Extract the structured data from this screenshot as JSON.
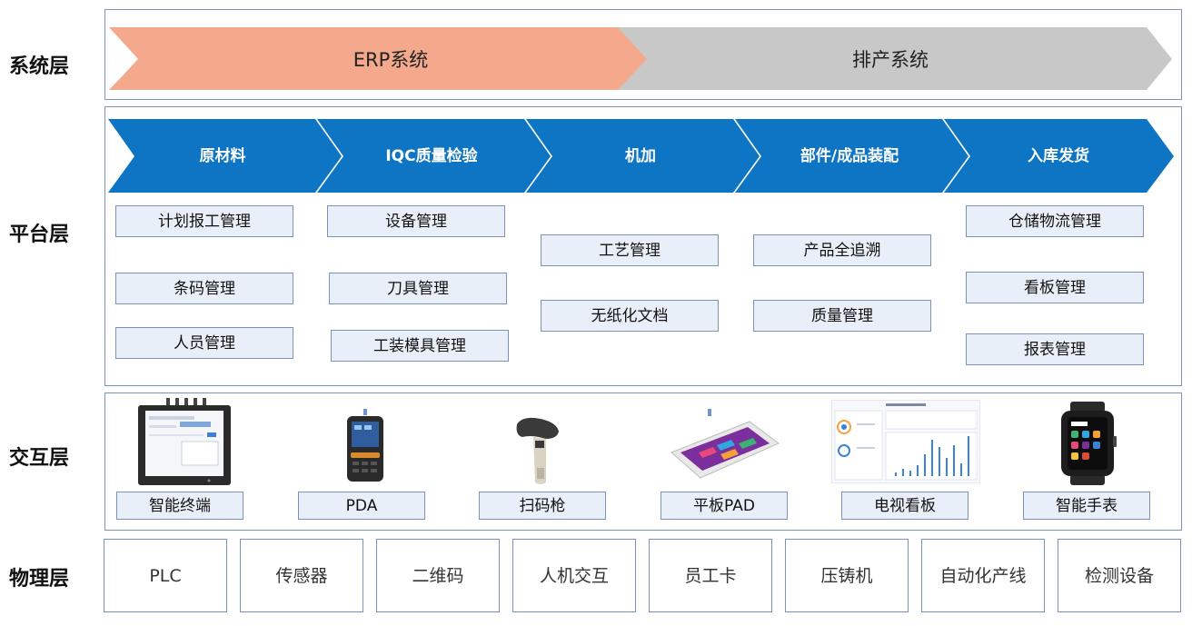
{
  "layers": {
    "system": "系统层",
    "platform": "平台层",
    "interaction": "交互层",
    "physical": "物理层"
  },
  "system_layer": {
    "erp": "ERP系统",
    "scheduling": "排产系统",
    "colors": {
      "erp": "#f4a98c",
      "scheduling": "#c8c8c8"
    }
  },
  "platform_layer": {
    "process_steps": [
      "原材料",
      "IQC质量检验",
      "机加",
      "部件/成品装配",
      "入库发货"
    ],
    "arrow_color": "#0e74c4",
    "columns": [
      [
        "计划报工管理",
        "条码管理",
        "人员管理"
      ],
      [
        "设备管理",
        "刀具管理",
        "工装模具管理"
      ],
      [
        "工艺管理",
        "无纸化文档"
      ],
      [
        "产品全追溯",
        "质量管理"
      ],
      [
        "仓储物流管理",
        "看板管理",
        "报表管理"
      ]
    ]
  },
  "interaction_layer": {
    "devices": [
      {
        "label": "智能终端",
        "icon": "industrial-terminal-icon"
      },
      {
        "label": "PDA",
        "icon": "pda-icon"
      },
      {
        "label": "扫码枪",
        "icon": "barcode-scanner-icon"
      },
      {
        "label": "平板PAD",
        "icon": "tablet-icon"
      },
      {
        "label": "电视看板",
        "icon": "tv-dashboard-icon"
      },
      {
        "label": "智能手表",
        "icon": "smartwatch-icon"
      }
    ]
  },
  "physical_layer": {
    "items": [
      "PLC",
      "传感器",
      "二维码",
      "人机交互",
      "员工卡",
      "压铸机",
      "自动化产线",
      "检测设备"
    ]
  }
}
